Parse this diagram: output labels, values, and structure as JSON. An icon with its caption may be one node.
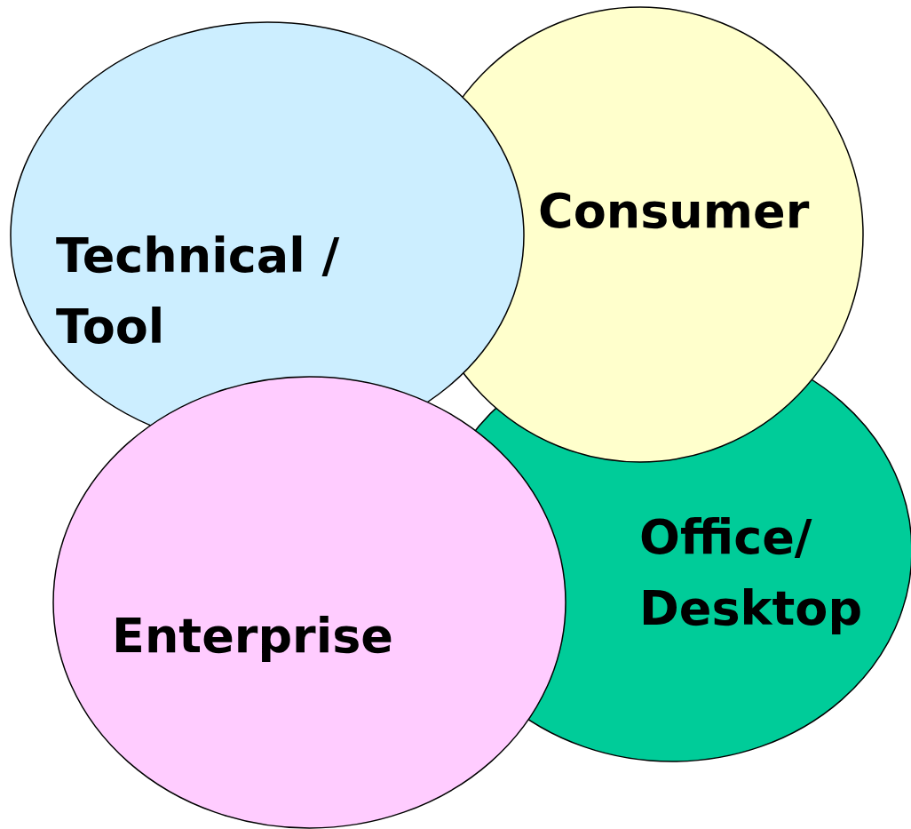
{
  "diagram": {
    "nodes": [
      {
        "text": [
          "Office/ Desktop"
        ]
      },
      {
        "text": [
          "Consumer"
        ]
      },
      {
        "text": [
          "Technical / Tool"
        ]
      },
      {
        "text": [
          "Enterprise"
        ]
      }
    ]
  }
}
